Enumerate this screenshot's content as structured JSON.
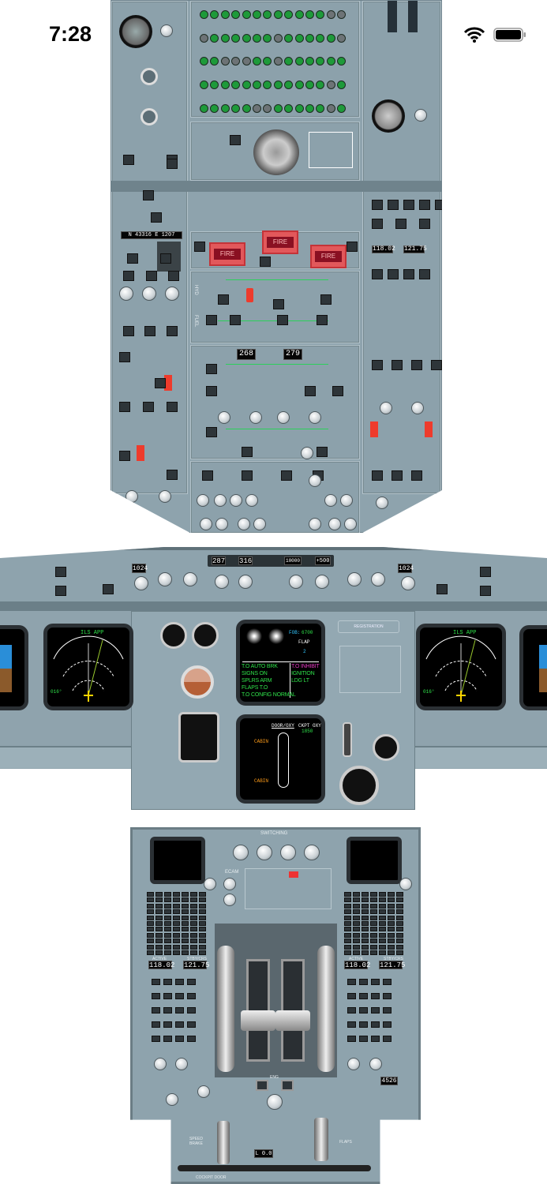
{
  "status_bar": {
    "time": "7:28",
    "icons": [
      "wifi-icon",
      "battery-icon"
    ]
  },
  "overhead": {
    "adirs_display": "N 43316  E 1207",
    "fire_buttons": [
      "FIRE",
      "FIRE",
      "FIRE"
    ],
    "hyd_label": "HYD",
    "fuel_label": "FUEL",
    "cabin_pressure_readouts": [
      "268",
      "279"
    ],
    "radio": {
      "active": "118.02",
      "standby": "121.75"
    },
    "circuit_breaker_rows": 5,
    "colors": {
      "panel": "#8ea3ad",
      "cb_active": "#1e9a3a",
      "fire": "#e2585b"
    }
  },
  "glareshield": {
    "baro_left": "1024",
    "baro_right": "1024",
    "fcu": {
      "spd": "287",
      "hdg": "316",
      "alt": "10000",
      "vs": "+500"
    }
  },
  "nd_left": {
    "mode": "ILS APP",
    "heading": "016°"
  },
  "nd_right": {
    "mode": "ILS APP",
    "heading": "016°"
  },
  "upper_ecam": {
    "memo_left": [
      "T.O AUTO BRK",
      "SIGNS ON",
      "SPLRS ARM",
      "FLAPS T.O",
      "T.O CONFIG NORMAL"
    ],
    "memo_right": [
      "T.O INHIBIT",
      "IGNITION",
      "LDG LT"
    ],
    "fob_label": "FOB:",
    "fob_value": "6700",
    "flap_label": "FLAP",
    "flap_pos": "2"
  },
  "registration_label": "REGISTRATION",
  "lower_ecam": {
    "title": "DOOR/OXY",
    "ckpt_oxy_label": "CKPT OXY",
    "ckpt_oxy_value": "1850",
    "cabin_label": "CABIN"
  },
  "pedestal": {
    "switching_label": "SWITCHING",
    "ecam_label": "ECAM",
    "radio_left": {
      "active_label": "ACTIVE",
      "stby_label": "STBY/CRS",
      "active": "118.02",
      "standby": "121.75"
    },
    "radio_right": {
      "active_label": "ACTIVE",
      "stby_label": "STBY/CRS",
      "active": "118.02",
      "standby": "121.75"
    },
    "xpdr_code": "4526",
    "eng_label": "ENG",
    "rudder_trim": "L 0.0",
    "speed_brake_label": "SPEED BRAKE",
    "flaps_label": "FLAPS",
    "cockpit_door_label": "COCKPIT DOOR"
  }
}
